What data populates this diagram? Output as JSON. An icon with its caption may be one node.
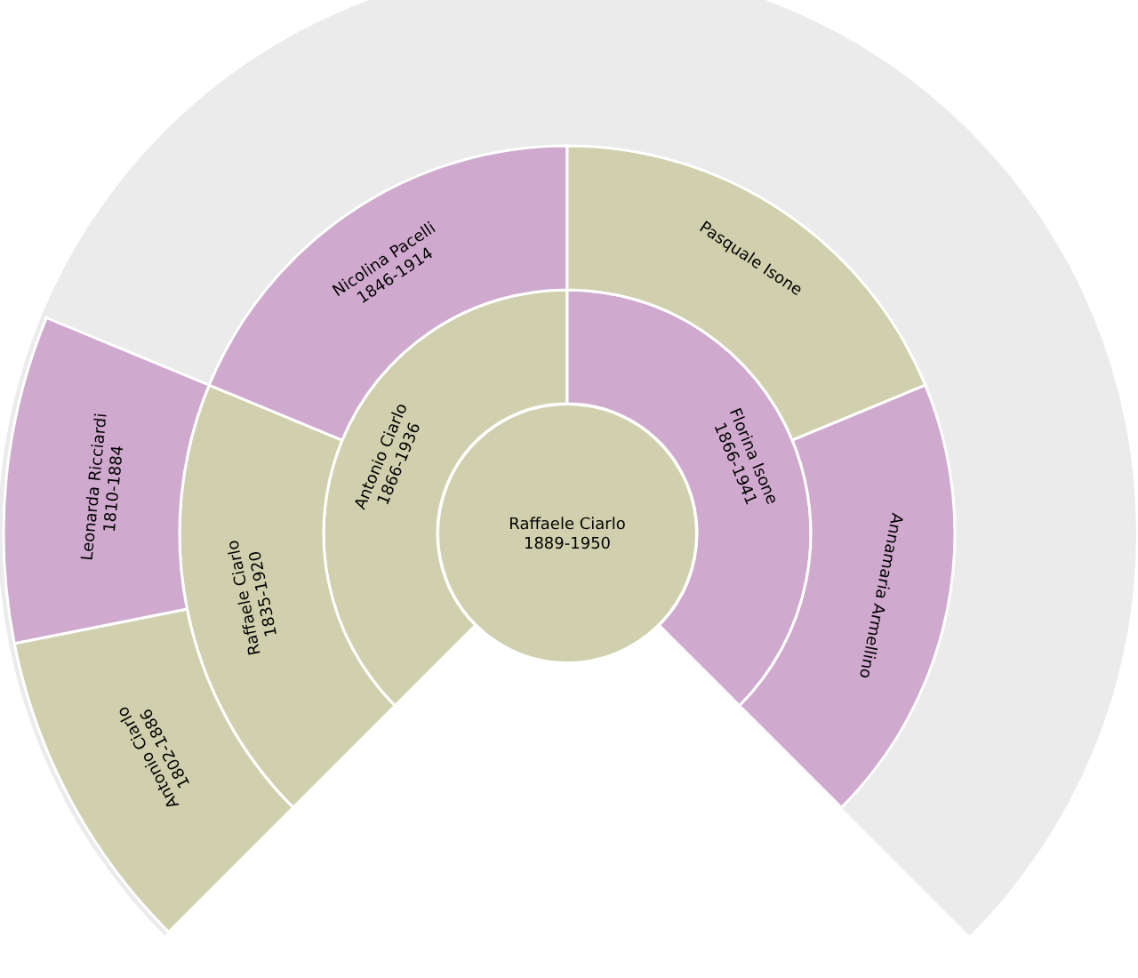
{
  "diagram": {
    "nodes": [
      {
        "text": [
          "Raffaele Ciarlo",
          "1889-1950"
        ]
      },
      {
        "text": [
          "Antonio Ciarlo",
          "1866-1936"
        ]
      },
      {
        "text": [
          "Florina Isone",
          "1866-1941"
        ]
      },
      {
        "text": [
          "Raffaele Ciarlo",
          "1835-1920"
        ]
      },
      {
        "text": [
          "Nicolina Pacelli",
          "1846-1914"
        ]
      },
      {
        "text": [
          "Pasquale Isone"
        ]
      },
      {
        "text": [
          "Annamaria Armellino"
        ]
      },
      {
        "text": [
          "Antonio Ciarlo",
          "1802-1886"
        ]
      },
      {
        "text": [
          "Leonarda Ricciardi",
          "1810-1884"
        ]
      }
    ]
  }
}
